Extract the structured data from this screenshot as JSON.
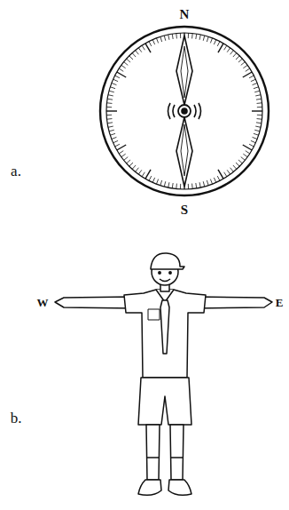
{
  "diagram": {
    "labels": [
      "a.",
      "N",
      "S",
      "b.",
      "W",
      "E"
    ]
  }
}
